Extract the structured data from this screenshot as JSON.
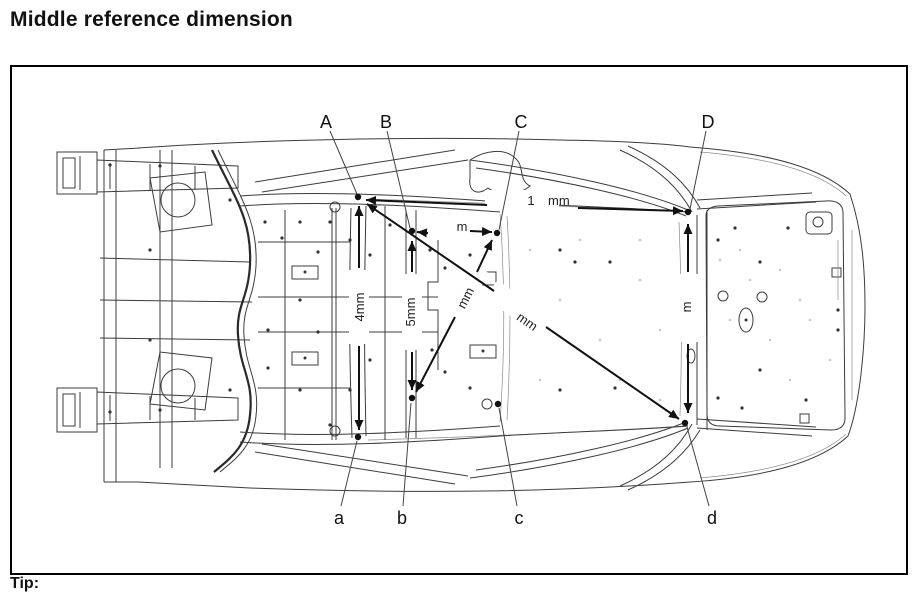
{
  "page": {
    "title": "Middle reference dimension",
    "tip_label": "Tip:"
  },
  "diagram": {
    "points": {
      "top": [
        "A",
        "B",
        "C",
        "D"
      ],
      "bottom": [
        "a",
        "b",
        "c",
        "d"
      ]
    },
    "dimensions": {
      "vertical_A_a": "4mm",
      "vertical_B_b": "5mm",
      "horizontal_B_C": "m",
      "horizontal_A_D_prefix": "1",
      "horizontal_A_D_unit": "mm",
      "vertical_D_d": "m",
      "diagonal_A_d": "mm",
      "diagonal_b_C": "mm"
    },
    "unit": "mm"
  },
  "colors": {
    "annotation": "#111111",
    "artwork": "#3c3c3c",
    "background": "#ffffff"
  }
}
